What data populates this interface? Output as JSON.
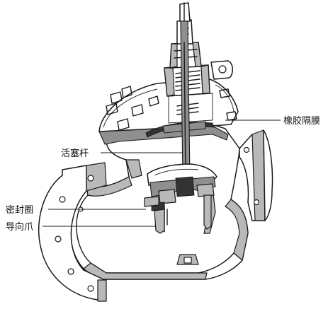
{
  "labels": {
    "diaphragm": "橡胶隔膜",
    "piston_rod": "活塞杆",
    "seal_ring": "密封圈",
    "guide_claw": "导向爪"
  },
  "colors": {
    "line": "#1a1a1a",
    "section_fill": "#b9b9b9",
    "section_dark": "#8f8f8f",
    "background": "#ffffff"
  }
}
